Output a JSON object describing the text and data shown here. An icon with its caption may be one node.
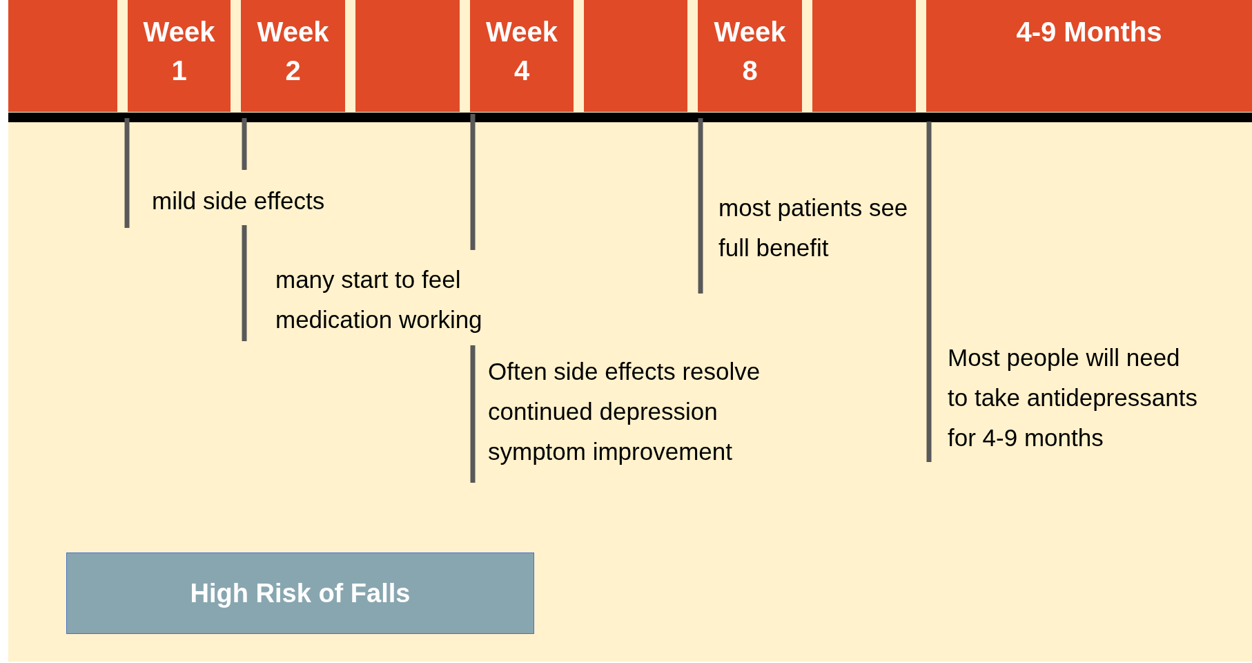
{
  "diagram": {
    "nodes": [
      {
        "text": [],
        "shape": "box"
      },
      {
        "text": [
          "Week 1"
        ]
      },
      {
        "text": [
          "Week 2"
        ]
      },
      {
        "text": [],
        "shape": "box"
      },
      {
        "text": [
          "Week 4"
        ]
      },
      {
        "text": [],
        "shape": "box"
      },
      {
        "text": [
          "Week 8"
        ]
      },
      {
        "text": [],
        "shape": "box"
      },
      {
        "text": [
          "4-9 Months"
        ]
      },
      {
        "text": [
          "High Risk of Falls"
        ]
      }
    ],
    "labels": [
      "mild side effects",
      "many start to feel medication working",
      "most patients see full benefit",
      "Often side effects resolve continued depression symptom improvement",
      "Most people will need to take antidepressants for 4-9 months"
    ]
  }
}
